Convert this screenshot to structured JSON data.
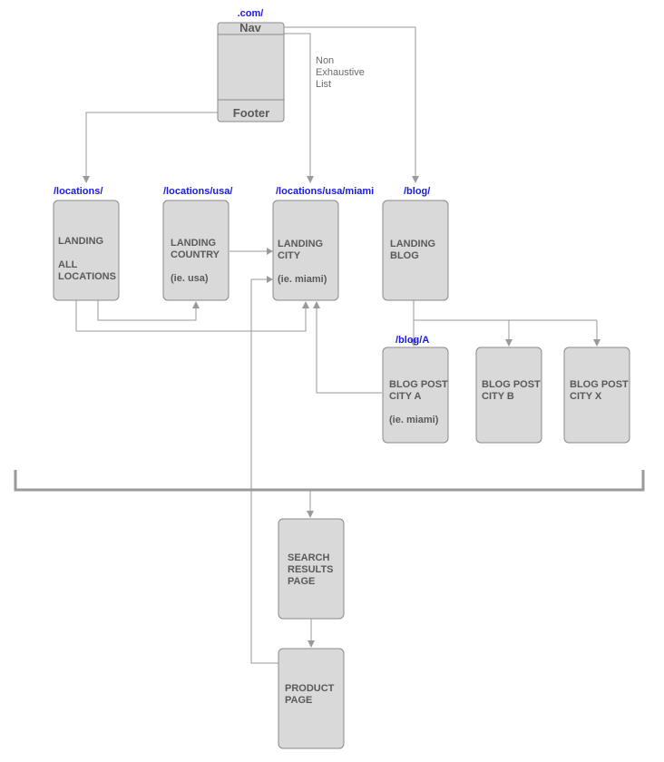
{
  "site_root": {
    "url": ".com/",
    "nav_label": "Nav",
    "footer_label": "Footer"
  },
  "note": {
    "line1": "Non",
    "line2": "Exhaustive",
    "line3": "List"
  },
  "urls": {
    "locations": "/locations/",
    "locations_usa": "/locations/usa/",
    "locations_usa_miami": "/locations/usa/miami",
    "blog": "/blog/",
    "blog_a": "/blog/A"
  },
  "nodes": {
    "landing_all": {
      "line1": "LANDING",
      "line2": "ALL",
      "line3": "LOCATIONS"
    },
    "landing_country": {
      "line1": "LANDING",
      "line2": "COUNTRY",
      "line3": "(ie. usa)"
    },
    "landing_city": {
      "line1": "LANDING",
      "line2": "CITY",
      "line3": "(ie. miami)"
    },
    "landing_blog": {
      "line1": "LANDING",
      "line2": "BLOG"
    },
    "blog_post_a": {
      "line1": "BLOG POST",
      "line2": "CITY A",
      "line3": "(ie. miami)"
    },
    "blog_post_b": {
      "line1": "BLOG POST",
      "line2": "CITY B"
    },
    "blog_post_x": {
      "line1": "BLOG POST",
      "line2": "CITY X"
    },
    "search_results": {
      "line1": "SEARCH",
      "line2": "RESULTS",
      "line3": "PAGE"
    },
    "product_page": {
      "line1": "PRODUCT",
      "line2": "PAGE"
    }
  }
}
